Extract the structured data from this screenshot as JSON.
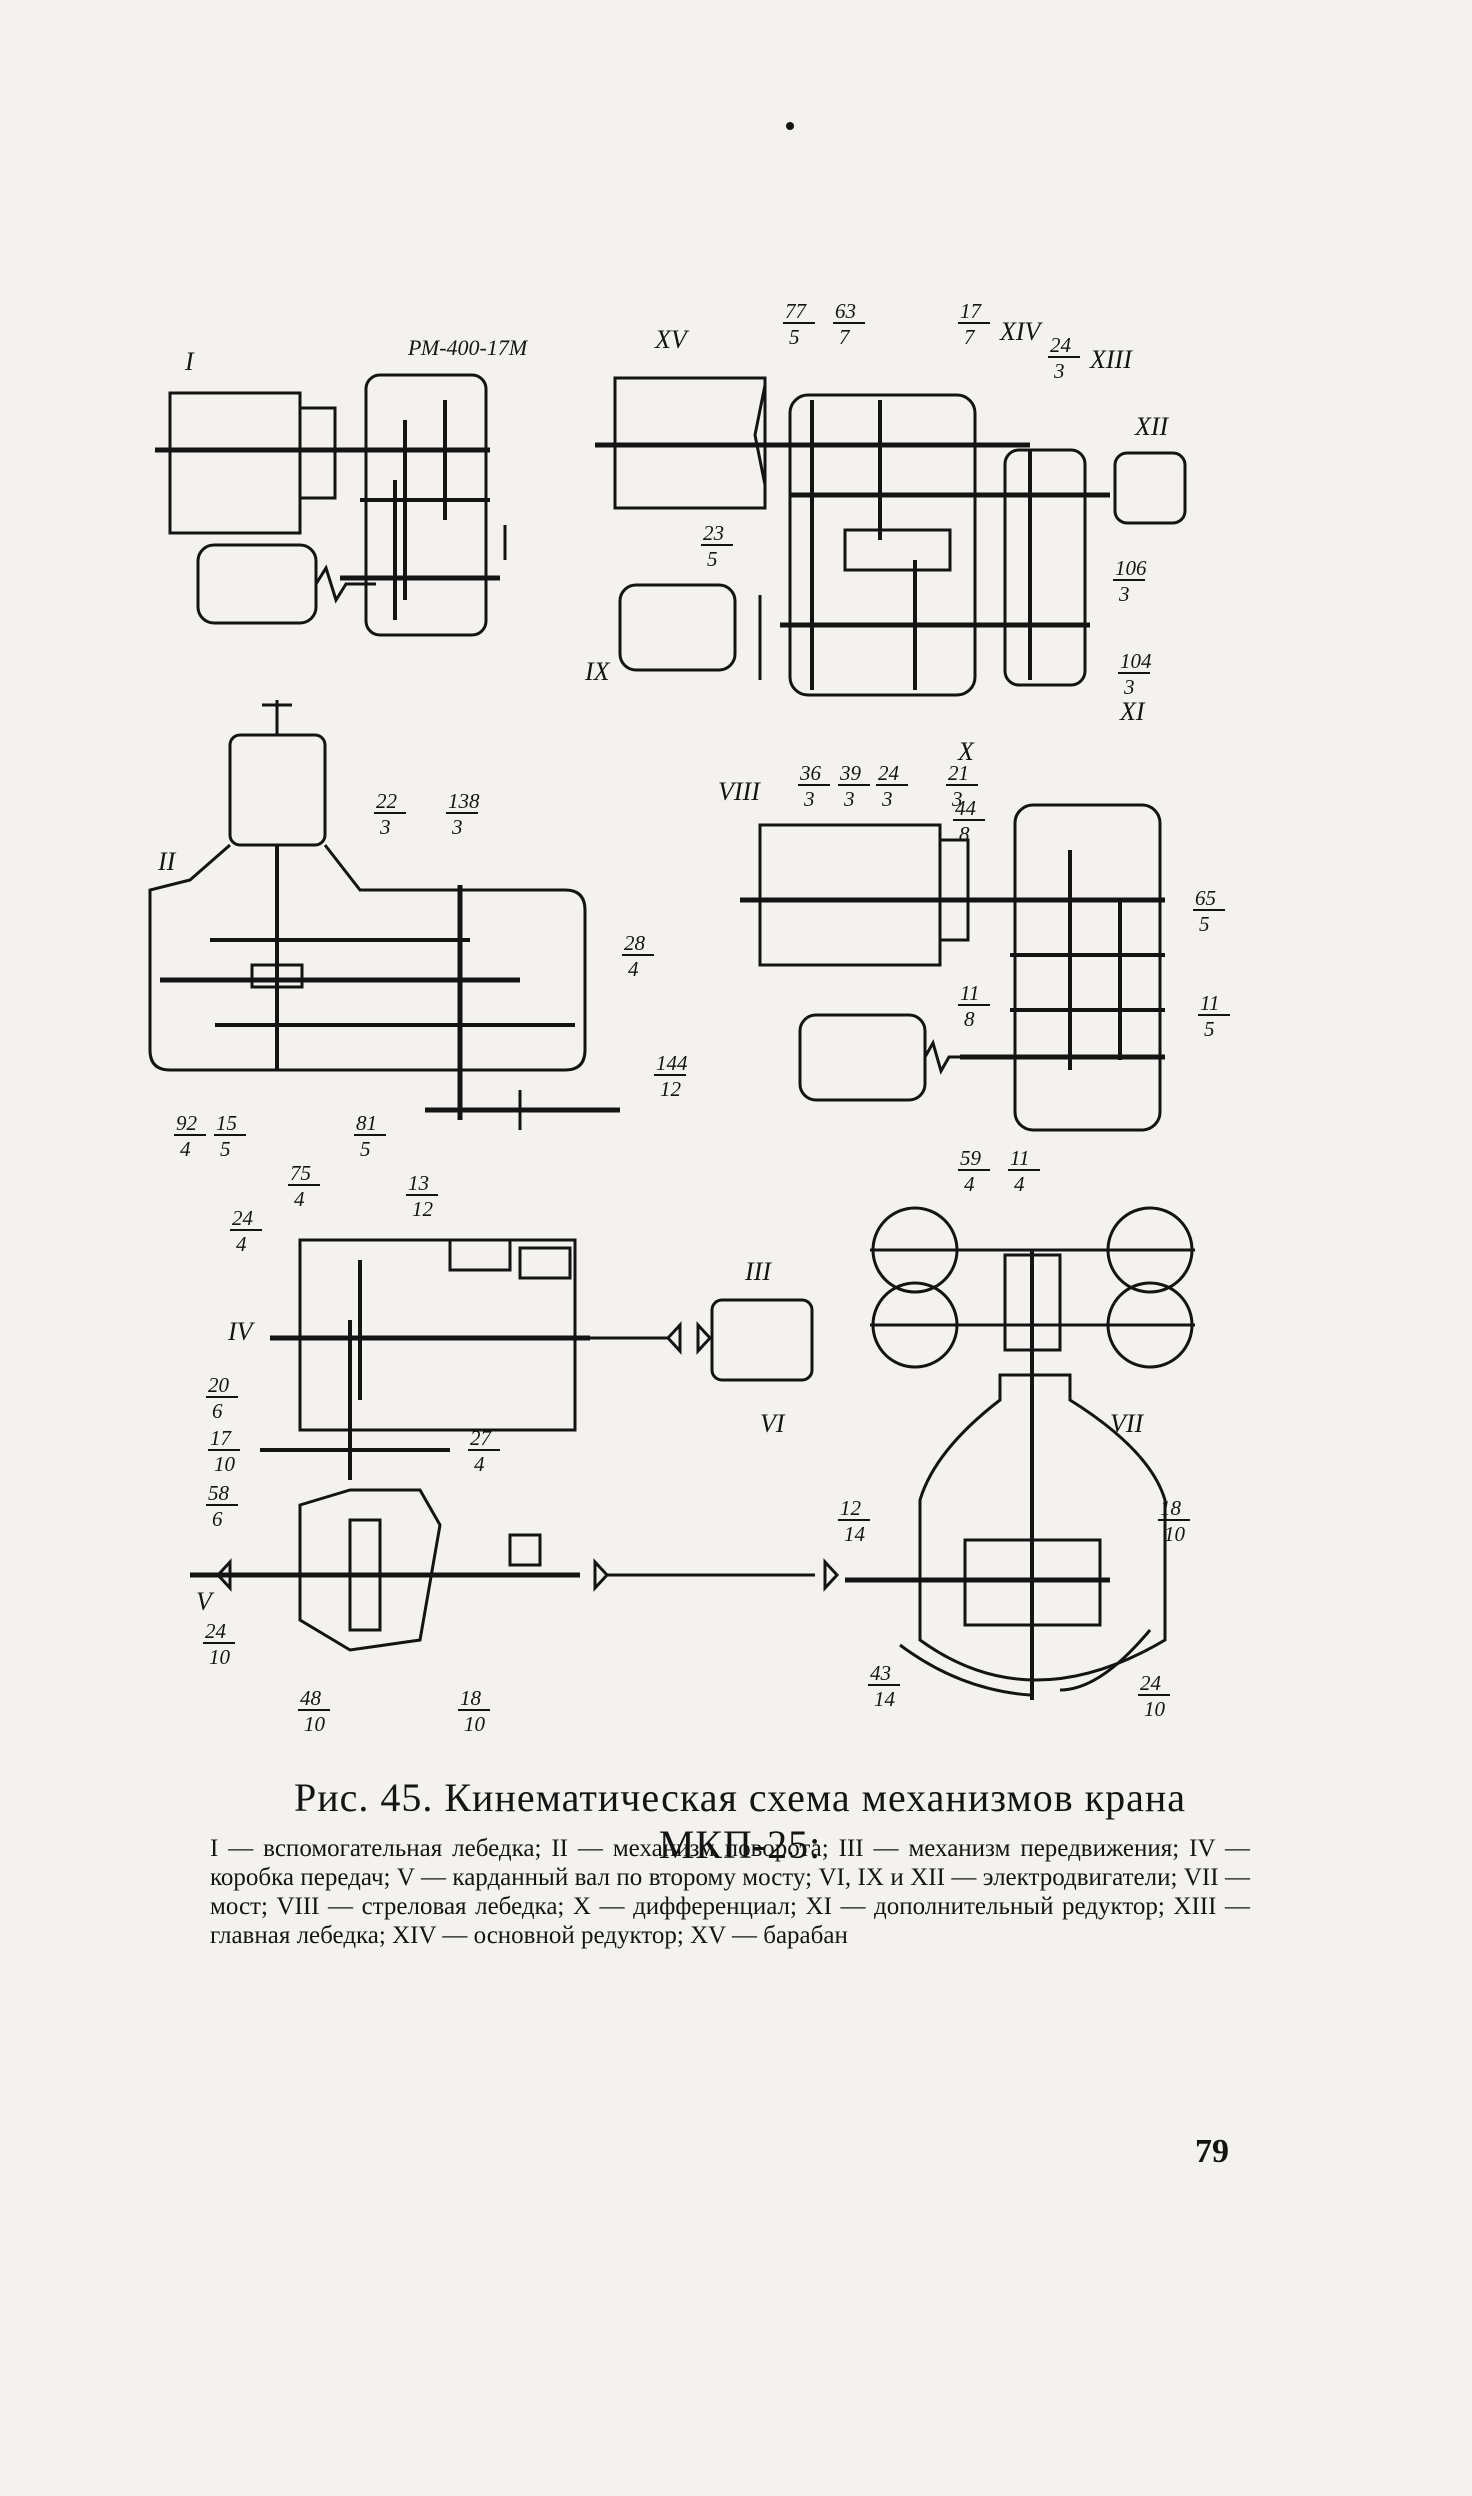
{
  "figure": {
    "labels": {
      "top_left_model": "РМ-400-17М",
      "roman": [
        "I",
        "II",
        "III",
        "IV",
        "V",
        "VI",
        "VII",
        "VIII",
        "IX",
        "X",
        "XI",
        "XII",
        "XIII",
        "XIV",
        "XV"
      ],
      "gear_ratios": [
        {
          "n": "77",
          "d": "5"
        },
        {
          "n": "63",
          "d": "7"
        },
        {
          "n": "17",
          "d": "7"
        },
        {
          "n": "24",
          "d": "3"
        },
        {
          "n": "23",
          "d": "5"
        },
        {
          "n": "106",
          "d": "3"
        },
        {
          "n": "104",
          "d": "3"
        },
        {
          "n": "36",
          "d": "3"
        },
        {
          "n": "39",
          "d": "3"
        },
        {
          "n": "24",
          "d": "3"
        },
        {
          "n": "21",
          "d": "3"
        },
        {
          "n": "22",
          "d": "3"
        },
        {
          "n": "138",
          "d": "3"
        },
        {
          "n": "28",
          "d": "4"
        },
        {
          "n": "144",
          "d": "12"
        },
        {
          "n": "92",
          "d": "4"
        },
        {
          "n": "15",
          "d": "5"
        },
        {
          "n": "81",
          "d": "5"
        },
        {
          "n": "13",
          "d": "12"
        },
        {
          "n": "44",
          "d": "8"
        },
        {
          "n": "65",
          "d": "5"
        },
        {
          "n": "11",
          "d": "8"
        },
        {
          "n": "11",
          "d": "5"
        },
        {
          "n": "59",
          "d": "4"
        },
        {
          "n": "11",
          "d": "4"
        },
        {
          "n": "75",
          "d": "4"
        },
        {
          "n": "24",
          "d": "4"
        },
        {
          "n": "20",
          "d": "6"
        },
        {
          "n": "27",
          "d": "4"
        },
        {
          "n": "17",
          "d": "10"
        },
        {
          "n": "58",
          "d": "6"
        },
        {
          "n": "24",
          "d": "10"
        },
        {
          "n": "48",
          "d": "10"
        },
        {
          "n": "18",
          "d": "10"
        },
        {
          "n": "12",
          "d": "14"
        },
        {
          "n": "18",
          "d": "10"
        },
        {
          "n": "43",
          "d": "14"
        },
        {
          "n": "24",
          "d": "10"
        }
      ]
    }
  },
  "caption": {
    "title": "Рис. 45. Кинематическая схема механизмов крана МКП-25:",
    "legend": "I — вспомогательная лебедка; II — механизм поворота; III — механизм передвижения; IV — коробка передач; V — карданный вал по второму мосту; VI, IX и XII — электродвигатели; VII — мост; VIII — стреловая лебедка; X — дифференциал; XI — дополнительный редуктор; XIII — главная лебедка; XIV — основной редуктор; XV — барабан"
  },
  "page_number": "79"
}
